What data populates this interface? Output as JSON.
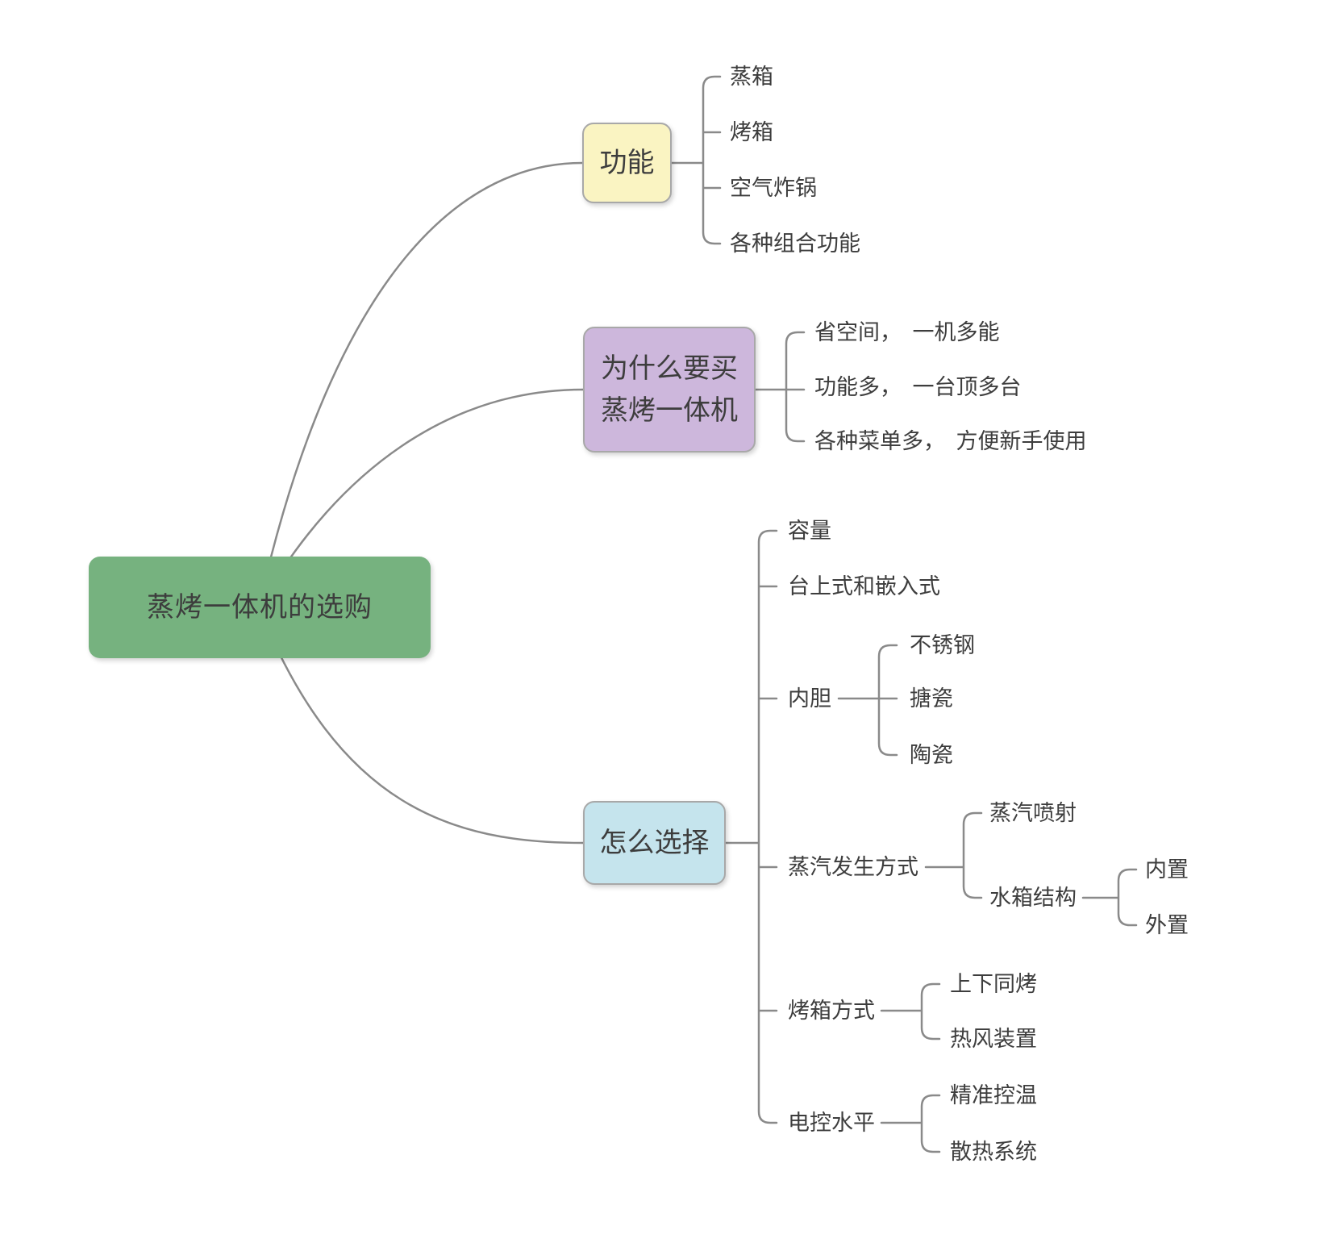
{
  "colors": {
    "root_fill": "#76B27F",
    "root_text": "#FFFFFF",
    "function_fill": "#FAF4C2",
    "why_fill": "#CDB7DC",
    "how_fill": "#C5E4ED",
    "box_border": "#A8A8A8",
    "line": "#8A8A8A",
    "text": "#3D3D3D",
    "canvas_bg": "#FFFFFF"
  },
  "map": {
    "root": "蒸烤一体机的选购",
    "functions": {
      "label": "功能",
      "items": [
        "蒸箱",
        "烤箱",
        "空气炸锅",
        "各种组合功能"
      ]
    },
    "why_buy": {
      "line1": "为什么要买",
      "line2": "蒸烤一体机",
      "items": [
        "省空间，　一机多能",
        "功能多，　一台顶多台",
        "各种菜单多，　方便新手使用"
      ]
    },
    "how_choose": {
      "label": "怎么选择",
      "capacity": "容量",
      "mount_type": "台上式和嵌入式",
      "liner": {
        "label": "内胆",
        "items": [
          "不锈钢",
          "搪瓷",
          "陶瓷"
        ]
      },
      "steam": {
        "label": "蒸汽发生方式",
        "injection": "蒸汽喷射",
        "tank": {
          "label": "水箱结构",
          "items": [
            "内置",
            "外置"
          ]
        }
      },
      "bake": {
        "label": "烤箱方式",
        "items": [
          "上下同烤",
          "热风装置"
        ]
      },
      "control": {
        "label": "电控水平",
        "items": [
          "精准控温",
          "散热系统"
        ]
      }
    }
  }
}
